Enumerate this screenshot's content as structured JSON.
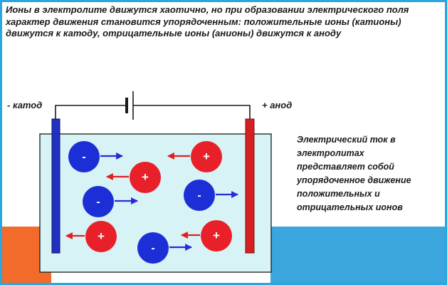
{
  "intro_text": "Ионы в электролите движутся хаотично, но при образовании электрического поля характер движения становится упорядоченным: положительные ионы (катионы) движутся к катоду, отрицательные ионы (анионы) движутся к аноду",
  "cathode_label": "- катод",
  "anode_label": "+ анод",
  "note_text": "Электрический ток в электролитах представляет собой упорядоченное движение положительных и отрицательных ионов",
  "ion_signs": {
    "positive": "+",
    "negative": "-"
  },
  "colors": {
    "frame": "#2aa7e0",
    "electrolyte_fill": "#d8f3f6",
    "cathode": "#2030c0",
    "anode": "#d42020",
    "anion": "#1c2fd6",
    "cation": "#e8202a",
    "background_orange": "#f26b2a",
    "background_blue": "#3aa6dd",
    "text": "#1a1a1a"
  }
}
